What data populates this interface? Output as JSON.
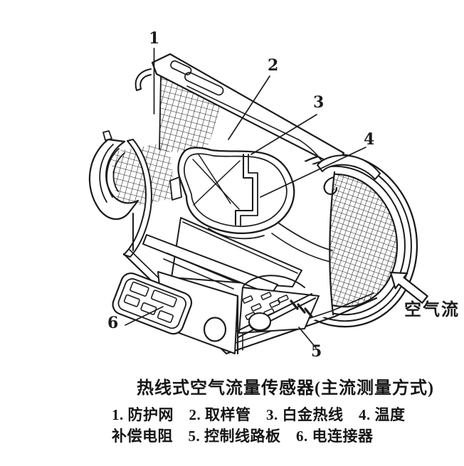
{
  "figure": {
    "title": "热线式空气流量传感器(主流测量方式)",
    "legend_line1": "1. 防护网　2. 取样管　3. 白金热线　4. 温度",
    "legend_line2": "补偿电阻　5. 控制线路板　6. 电连接器"
  },
  "diagram": {
    "part_labels": [
      "1",
      "2",
      "3",
      "4",
      "5",
      "6"
    ],
    "airflow_label": "空气流"
  },
  "colors": {
    "ink": "#1b1b1b",
    "paper": "#ffffff"
  }
}
